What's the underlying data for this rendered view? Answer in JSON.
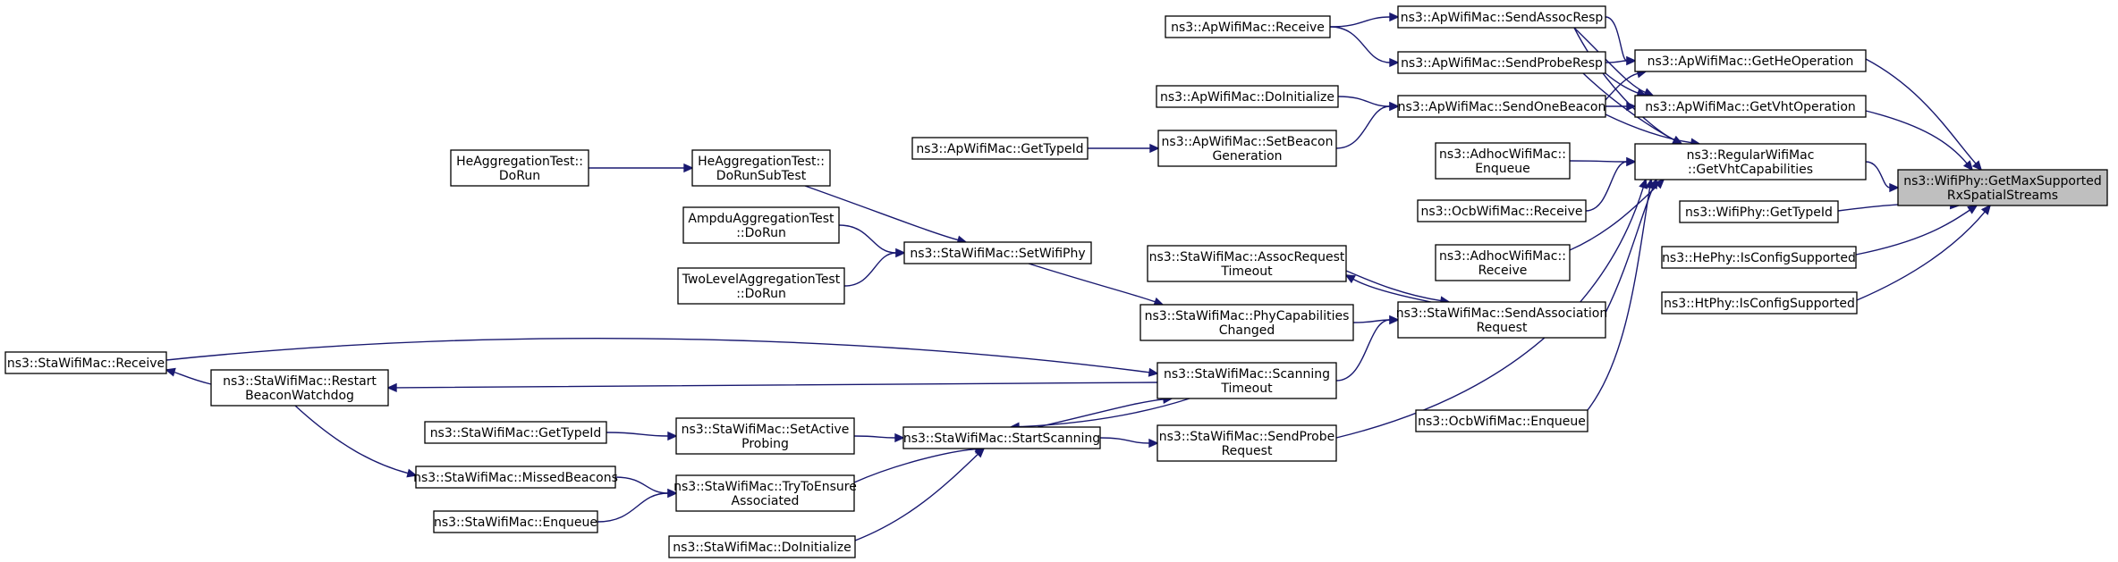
{
  "graph": {
    "root": "root",
    "colors": {
      "edge": "#191970",
      "node_border": "#000000",
      "root_fill": "#bfbfbf",
      "node_fill": "#ffffff"
    },
    "nodes": [
      {
        "id": "root",
        "lines": [
          "ns3::WifiPhy::GetMaxSupported",
          "RxSpatialStreams"
        ]
      },
      {
        "id": "wifiphy_gettypeid",
        "lines": [
          "ns3::WifiPhy::GetTypeId"
        ]
      },
      {
        "id": "hephy_isconfig",
        "lines": [
          "ns3::HePhy::IsConfigSupported"
        ]
      },
      {
        "id": "htphy_isconfig",
        "lines": [
          "ns3::HtPhy::IsConfigSupported"
        ]
      },
      {
        "id": "ap_gethe",
        "lines": [
          "ns3::ApWifiMac::GetHeOperation"
        ]
      },
      {
        "id": "ap_getvht",
        "lines": [
          "ns3::ApWifiMac::GetVhtOperation"
        ]
      },
      {
        "id": "regular_getvhtcap",
        "lines": [
          "ns3::RegularWifiMac",
          "::GetVhtCapabilities"
        ]
      },
      {
        "id": "ap_sendassocresp",
        "lines": [
          "ns3::ApWifiMac::SendAssocResp"
        ]
      },
      {
        "id": "ap_sendproberesp",
        "lines": [
          "ns3::ApWifiMac::SendProbeResp"
        ]
      },
      {
        "id": "ap_sendonebeacon",
        "lines": [
          "ns3::ApWifiMac::SendOneBeacon"
        ]
      },
      {
        "id": "ap_receive",
        "lines": [
          "ns3::ApWifiMac::Receive"
        ]
      },
      {
        "id": "ap_doinit",
        "lines": [
          "ns3::ApWifiMac::DoInitialize"
        ]
      },
      {
        "id": "ap_setbeacongen",
        "lines": [
          "ns3::ApWifiMac::SetBeacon",
          "Generation"
        ]
      },
      {
        "id": "ap_gettypeid",
        "lines": [
          "ns3::ApWifiMac::GetTypeId"
        ]
      },
      {
        "id": "adhoc_enqueue",
        "lines": [
          "ns3::AdhocWifiMac::",
          "Enqueue"
        ]
      },
      {
        "id": "ocb_receive",
        "lines": [
          "ns3::OcbWifiMac::Receive"
        ]
      },
      {
        "id": "adhoc_receive",
        "lines": [
          "ns3::AdhocWifiMac::",
          "Receive"
        ]
      },
      {
        "id": "ocb_enqueue",
        "lines": [
          "ns3::OcbWifiMac::Enqueue"
        ]
      },
      {
        "id": "sta_sendassocreq",
        "lines": [
          "ns3::StaWifiMac::SendAssociation",
          "Request"
        ]
      },
      {
        "id": "sta_assoctimeout",
        "lines": [
          "ns3::StaWifiMac::AssocRequest",
          "Timeout"
        ]
      },
      {
        "id": "sta_phycapchanged",
        "lines": [
          "ns3::StaWifiMac::PhyCapabilities",
          "Changed"
        ]
      },
      {
        "id": "sta_scantimeout",
        "lines": [
          "ns3::StaWifiMac::Scanning",
          "Timeout"
        ]
      },
      {
        "id": "sta_sendprobereq",
        "lines": [
          "ns3::StaWifiMac::SendProbe",
          "Request"
        ]
      },
      {
        "id": "sta_setwifiphy",
        "lines": [
          "ns3::StaWifiMac::SetWifiPhy"
        ]
      },
      {
        "id": "sta_startscanning",
        "lines": [
          "ns3::StaWifiMac::StartScanning"
        ]
      },
      {
        "id": "sta_restartbeacon",
        "lines": [
          "ns3::StaWifiMac::Restart",
          "BeaconWatchdog"
        ]
      },
      {
        "id": "sta_receive",
        "lines": [
          "ns3::StaWifiMac::Receive"
        ]
      },
      {
        "id": "sta_setactiveprobing",
        "lines": [
          "ns3::StaWifiMac::SetActive",
          "Probing"
        ]
      },
      {
        "id": "sta_gettypeid",
        "lines": [
          "ns3::StaWifiMac::GetTypeId"
        ]
      },
      {
        "id": "sta_trytoensure",
        "lines": [
          "ns3::StaWifiMac::TryToEnsure",
          "Associated"
        ]
      },
      {
        "id": "sta_missedbeacons",
        "lines": [
          "ns3::StaWifiMac::MissedBeacons"
        ]
      },
      {
        "id": "sta_enqueue",
        "lines": [
          "ns3::StaWifiMac::Enqueue"
        ]
      },
      {
        "id": "sta_doinit",
        "lines": [
          "ns3::StaWifiMac::DoInitialize"
        ]
      },
      {
        "id": "heagg_dorunsub",
        "lines": [
          "HeAggregationTest::",
          "DoRunSubTest"
        ]
      },
      {
        "id": "heagg_dorun",
        "lines": [
          "HeAggregationTest::",
          "DoRun"
        ]
      },
      {
        "id": "ampdu_dorun",
        "lines": [
          "AmpduAggregationTest",
          "::DoRun"
        ]
      },
      {
        "id": "twolevel_dorun",
        "lines": [
          "TwoLevelAggregationTest",
          "::DoRun"
        ]
      }
    ],
    "edges": [
      {
        "from": "wifiphy_gettypeid",
        "to": "root"
      },
      {
        "from": "hephy_isconfig",
        "to": "root"
      },
      {
        "from": "htphy_isconfig",
        "to": "root"
      },
      {
        "from": "ap_gethe",
        "to": "root"
      },
      {
        "from": "ap_getvht",
        "to": "root"
      },
      {
        "from": "regular_getvhtcap",
        "to": "root"
      },
      {
        "from": "ap_sendassocresp",
        "to": "ap_gethe"
      },
      {
        "from": "ap_sendproberesp",
        "to": "ap_gethe"
      },
      {
        "from": "ap_sendonebeacon",
        "to": "ap_gethe"
      },
      {
        "from": "ap_sendassocresp",
        "to": "ap_getvht"
      },
      {
        "from": "ap_sendproberesp",
        "to": "ap_getvht"
      },
      {
        "from": "ap_sendonebeacon",
        "to": "ap_getvht"
      },
      {
        "from": "ap_sendassocresp",
        "to": "regular_getvhtcap"
      },
      {
        "from": "ap_sendproberesp",
        "to": "regular_getvhtcap"
      },
      {
        "from": "ap_sendonebeacon",
        "to": "regular_getvhtcap"
      },
      {
        "from": "adhoc_enqueue",
        "to": "regular_getvhtcap"
      },
      {
        "from": "ocb_receive",
        "to": "regular_getvhtcap"
      },
      {
        "from": "adhoc_receive",
        "to": "regular_getvhtcap"
      },
      {
        "from": "sta_sendassocreq",
        "to": "regular_getvhtcap"
      },
      {
        "from": "sta_sendprobereq",
        "to": "regular_getvhtcap"
      },
      {
        "from": "ocb_enqueue",
        "to": "regular_getvhtcap"
      },
      {
        "from": "ap_receive",
        "to": "ap_sendassocresp"
      },
      {
        "from": "ap_receive",
        "to": "ap_sendproberesp"
      },
      {
        "from": "ap_doinit",
        "to": "ap_sendonebeacon"
      },
      {
        "from": "ap_setbeacongen",
        "to": "ap_sendonebeacon"
      },
      {
        "from": "ap_gettypeid",
        "to": "ap_setbeacongen"
      },
      {
        "from": "sta_sendassocreq",
        "to": "sta_assoctimeout"
      },
      {
        "from": "sta_assoctimeout",
        "to": "sta_sendassocreq"
      },
      {
        "from": "sta_phycapchanged",
        "to": "sta_sendassocreq"
      },
      {
        "from": "sta_scantimeout",
        "to": "sta_sendassocreq"
      },
      {
        "from": "sta_setwifiphy",
        "to": "sta_phycapchanged"
      },
      {
        "from": "heagg_dorunsub",
        "to": "sta_setwifiphy"
      },
      {
        "from": "ampdu_dorun",
        "to": "sta_setwifiphy"
      },
      {
        "from": "twolevel_dorun",
        "to": "sta_setwifiphy"
      },
      {
        "from": "heagg_dorun",
        "to": "heagg_dorunsub"
      },
      {
        "from": "sta_receive",
        "to": "sta_scantimeout"
      },
      {
        "from": "sta_scantimeout",
        "to": "sta_restartbeacon"
      },
      {
        "from": "sta_startscanning",
        "to": "sta_scantimeout"
      },
      {
        "from": "sta_scantimeout",
        "to": "sta_startscanning"
      },
      {
        "from": "sta_startscanning",
        "to": "sta_sendprobereq"
      },
      {
        "from": "sta_restartbeacon",
        "to": "sta_receive"
      },
      {
        "from": "sta_restartbeacon",
        "to": "sta_missedbeacons"
      },
      {
        "from": "sta_setactiveprobing",
        "to": "sta_startscanning"
      },
      {
        "from": "sta_trytoensure",
        "to": "sta_startscanning"
      },
      {
        "from": "sta_doinit",
        "to": "sta_startscanning"
      },
      {
        "from": "sta_gettypeid",
        "to": "sta_setactiveprobing"
      },
      {
        "from": "sta_missedbeacons",
        "to": "sta_trytoensure"
      },
      {
        "from": "sta_enqueue",
        "to": "sta_trytoensure"
      }
    ]
  }
}
